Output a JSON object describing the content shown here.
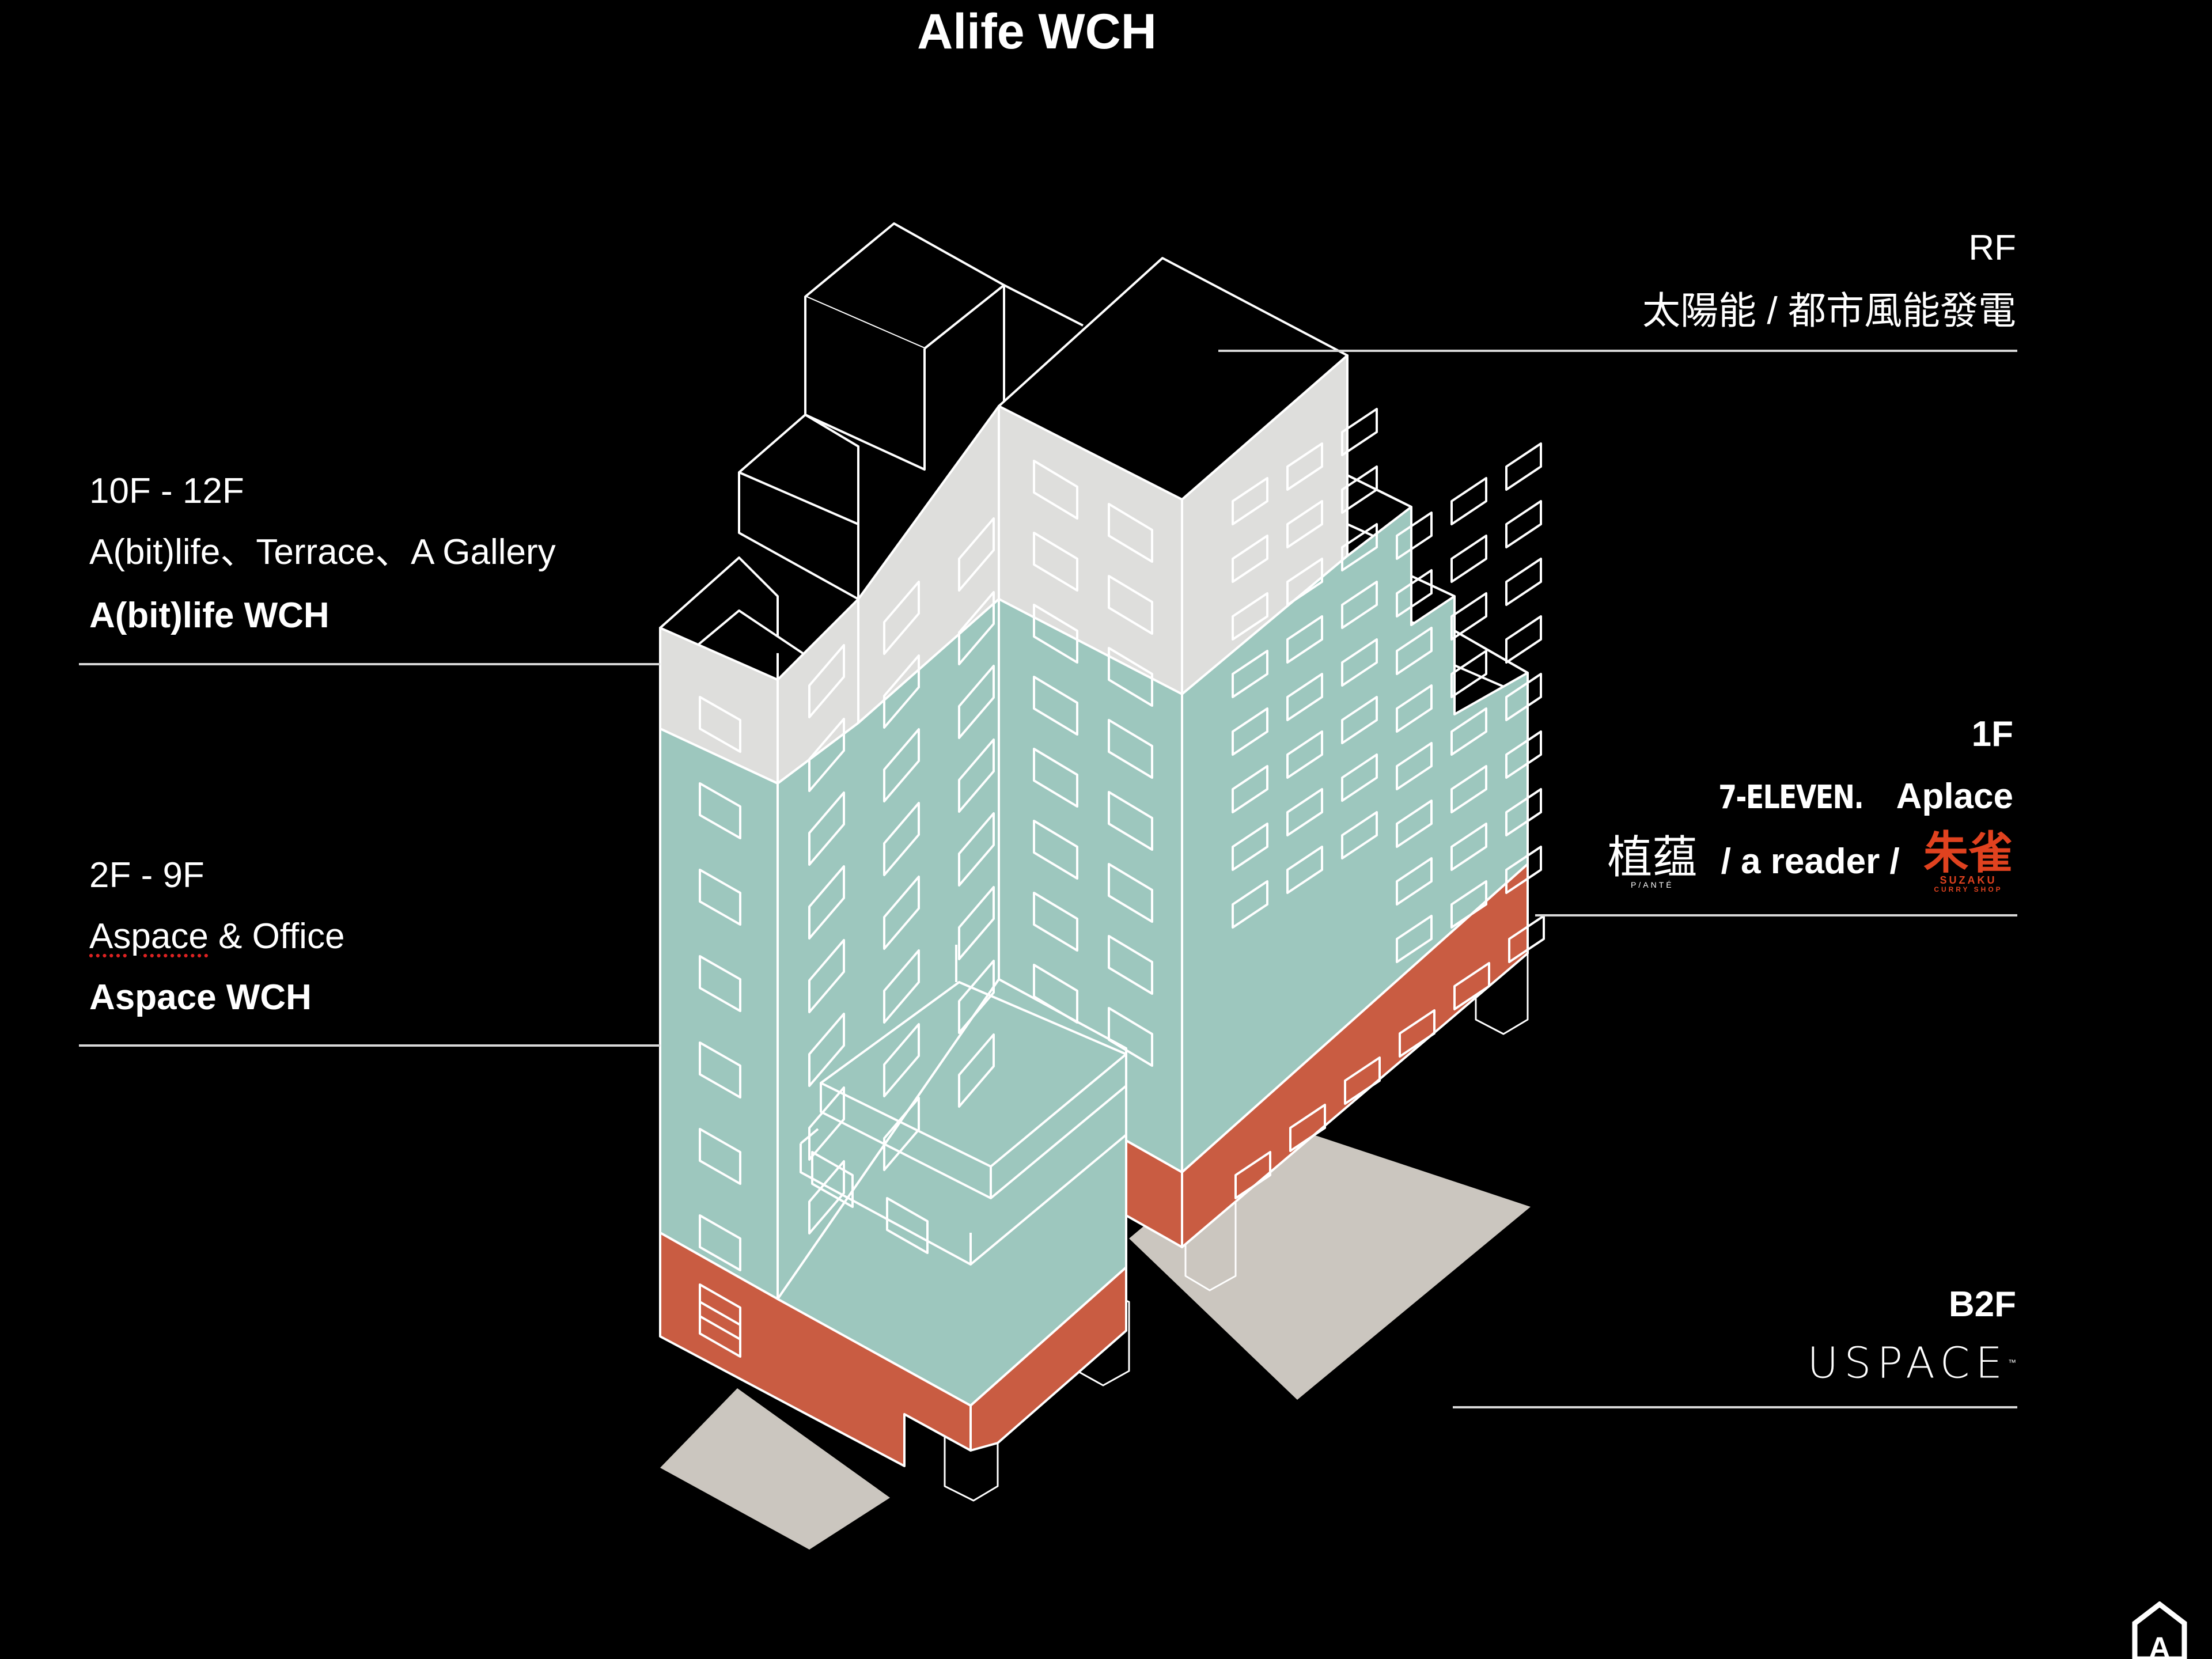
{
  "title": "Alife WCH",
  "colors": {
    "background": "#000000",
    "line": "#ffffff",
    "upper_floors": "#dededc",
    "office_floors": "#9dc7be",
    "ground_floor": "#c95c42",
    "basement_ground": "#cbc6bf",
    "suzaku_red": "#e0421f"
  },
  "labels": {
    "rf": {
      "floor": "RF",
      "description": "太陽能 / 都市風能發電"
    },
    "upper": {
      "floor": "10F - 12F",
      "description": "A(bit)life、Terrace、A Gallery",
      "name": "A(bit)life WCH"
    },
    "office": {
      "floor": "2F - 9F",
      "description_spell": "Aspace",
      "description_rest": " & Office",
      "name": "Aspace WCH"
    },
    "ground": {
      "floor": "1F",
      "tenant1": "7-ELEVEN.",
      "tenant2": "Aplace",
      "plante_logo": "植蕴",
      "plante_sub": "P/ANTÉ",
      "tenant_mid": "/ a reader /",
      "suzaku_logo": "朱雀",
      "suzaku_sub1": "SUZAKU",
      "suzaku_sub2": "CURRY SHOP"
    },
    "basement": {
      "floor": "B2F",
      "tenant": "USPACE",
      "tm": "™"
    }
  },
  "brand_icon": {
    "name": "alife-logo-icon",
    "letter": "A"
  }
}
